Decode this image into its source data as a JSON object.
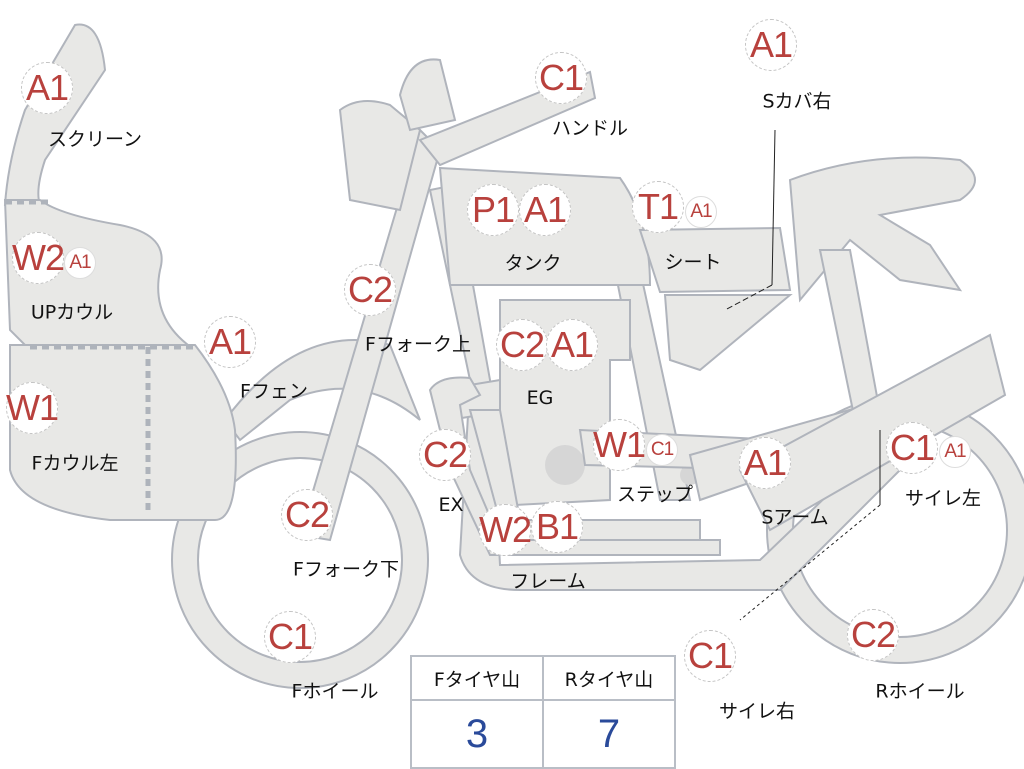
{
  "colors": {
    "code": "#b8413d",
    "value": "#2a4a9a",
    "body_fill": "#e8e8e6",
    "outline": "#b0b4bc"
  },
  "parts": [
    {
      "label": "スクリーン",
      "codes": [
        "A1"
      ]
    },
    {
      "label": "UPカウル",
      "codes": [
        "W2",
        "A1"
      ]
    },
    {
      "label": "Fカウル左",
      "codes": [
        "W1"
      ]
    },
    {
      "label": "Fフェン",
      "codes": [
        "A1"
      ]
    },
    {
      "label": "Fフォーク上",
      "codes": [
        "C2"
      ]
    },
    {
      "label": "Fフォーク下",
      "codes": [
        "C2"
      ]
    },
    {
      "label": "Fホイール",
      "codes": [
        "C1"
      ]
    },
    {
      "label": "ハンドル",
      "codes": [
        "C1"
      ]
    },
    {
      "label": "タンク",
      "codes": [
        "P1",
        "A1"
      ]
    },
    {
      "label": "シート",
      "codes": [
        "T1",
        "A1"
      ]
    },
    {
      "label": "Sカバ右",
      "codes": [
        "A1"
      ]
    },
    {
      "label": "EG",
      "codes": [
        "C2",
        "A1"
      ]
    },
    {
      "label": "EX",
      "codes": [
        "C2"
      ]
    },
    {
      "label": "フレーム",
      "codes": [
        "W2",
        "B1"
      ]
    },
    {
      "label": "ステップ",
      "codes": [
        "W1",
        "C1"
      ]
    },
    {
      "label": "Sアーム",
      "codes": [
        "A1"
      ]
    },
    {
      "label": "サイレ左",
      "codes": [
        "C1",
        "A1"
      ]
    },
    {
      "label": "サイレ右",
      "codes": [
        "C1"
      ]
    },
    {
      "label": "Rホイール",
      "codes": [
        "C2"
      ]
    }
  ],
  "tire_table": {
    "headers": [
      "Fタイヤ山",
      "Rタイヤ山"
    ],
    "values": [
      "3",
      "7"
    ]
  }
}
